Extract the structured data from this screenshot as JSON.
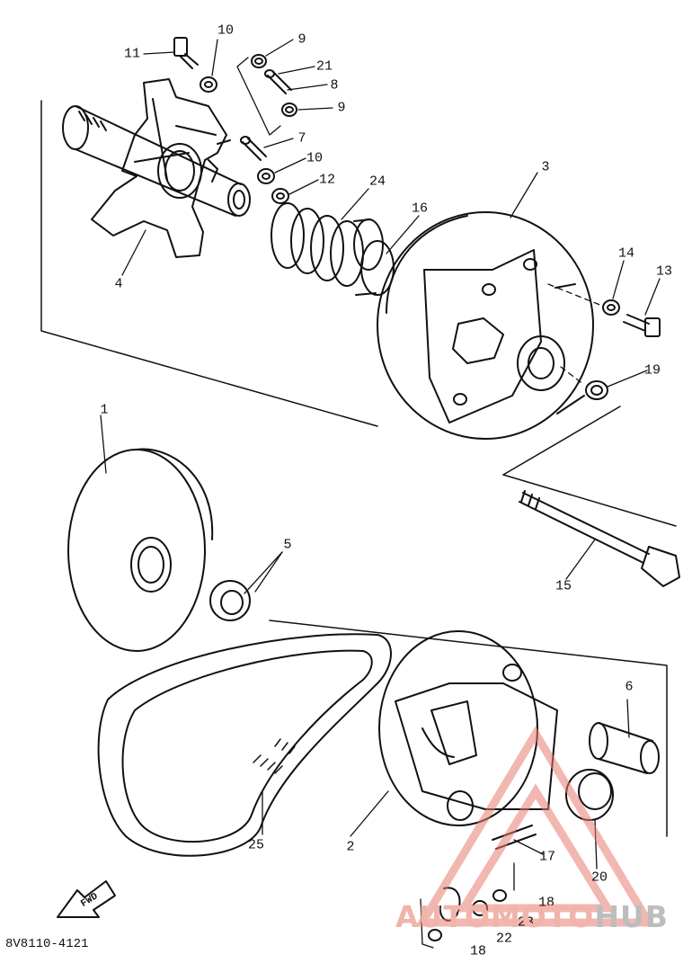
{
  "diagram": {
    "callouts": {
      "c1": "1",
      "c2": "2",
      "c3": "3",
      "c4": "4",
      "c5": "5",
      "c6": "6",
      "c7": "7",
      "c8": "8",
      "c9a": "9",
      "c9b": "9",
      "c10a": "10",
      "c10b": "10",
      "c11": "11",
      "c12": "12",
      "c13": "13",
      "c14": "14",
      "c15": "15",
      "c16": "16",
      "c17": "17",
      "c18a": "18",
      "c18b": "18",
      "c19": "19",
      "c20": "20",
      "c21": "21",
      "c22": "22",
      "c23": "23",
      "c24": "24",
      "c25": "25"
    },
    "fwd_label": "FWD",
    "drawing_code": "8V8110-4121",
    "watermark": {
      "part1": "AUTO",
      "part2": "MOTO",
      "part3": "HUB"
    },
    "colors": {
      "ink": "#111111",
      "watermark_red": "#e77b70",
      "watermark_grey": "#9e9e9e"
    }
  }
}
